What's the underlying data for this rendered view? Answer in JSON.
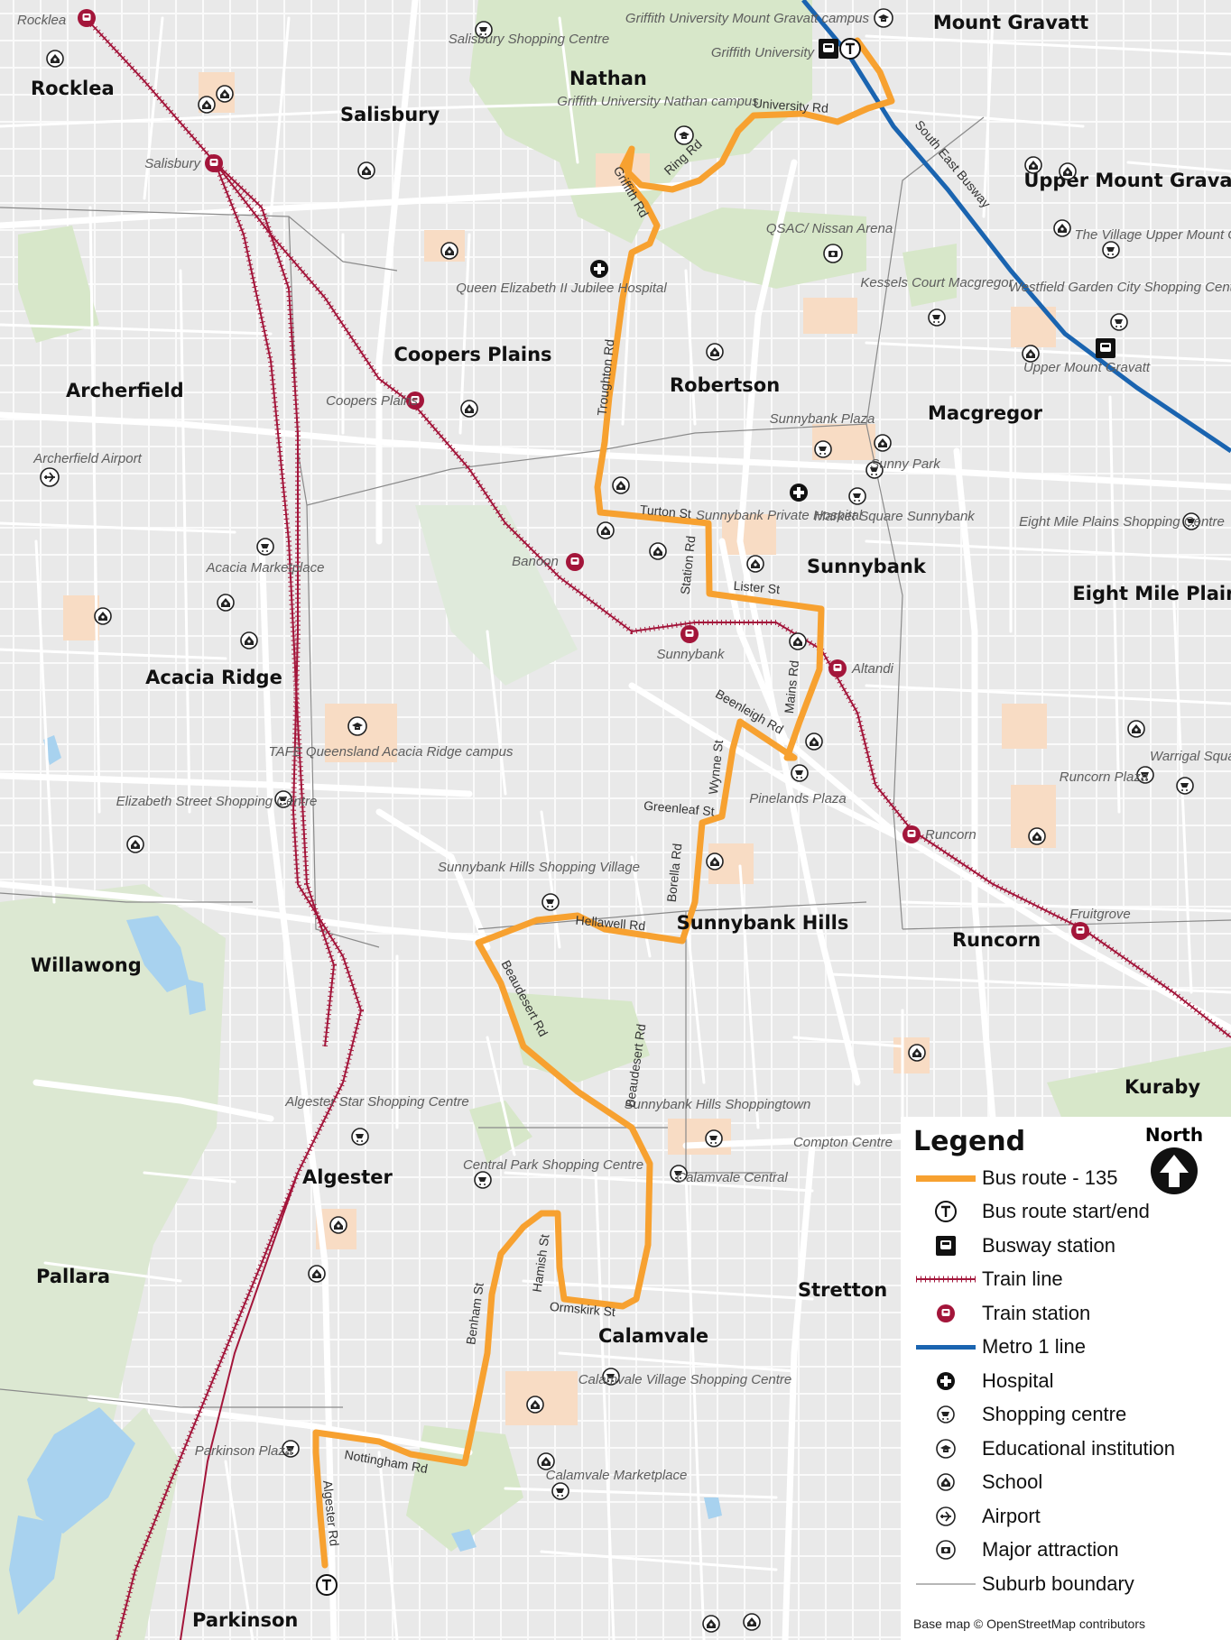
{
  "map": {
    "suburbs": [
      "Rocklea",
      "Salisbury",
      "Nathan",
      "Mount Gravatt",
      "Upper Mount Gravatt",
      "Archerfield",
      "Coopers Plains",
      "Robertson",
      "Macgregor",
      "Sunnybank",
      "Eight Mile Plains",
      "Acacia Ridge",
      "Sunnybank Hills",
      "Runcorn",
      "Willawong",
      "Kuraby",
      "Algester",
      "Pallara",
      "Stretton",
      "Calamvale",
      "Parkinson"
    ],
    "stations": [
      "Rocklea",
      "Salisbury",
      "Coopers Plains",
      "Banoon",
      "Sunnybank",
      "Altandi",
      "Runcorn",
      "Fruitgrove"
    ],
    "busway_stations": [
      "Griffith University",
      "Upper Mount Gravatt"
    ],
    "places": [
      "Griffith University Mount Gravatt campus",
      "Salisbury Shopping Centre",
      "Griffith University Nathan campus",
      "QSAC/ Nissan Arena",
      "Queen Elizabeth II Jubilee Hospital",
      "Kessels Court Macgregor",
      "The Village Upper Mount Gravatt",
      "Westfield Garden City Shopping Centre",
      "Archerfield Airport",
      "Sunnybank Plaza",
      "Sunny Park",
      "Sunnybank Private Hospital",
      "Market Square Sunnybank",
      "Eight Mile Plains Shopping Centre",
      "Acacia Marketplace",
      "TAFE Queensland Acacia Ridge campus",
      "Pinelands Plaza",
      "Warrigal Square",
      "Runcorn Plaza",
      "Elizabeth Street Shopping Centre",
      "Sunnybank Hills Shopping Village",
      "Algester Star Shopping Centre",
      "Sunnybank Hills Shoppingtown",
      "Compton Centre",
      "Central Park Shopping Centre",
      "Calamvale Central",
      "Calamvale Village Shopping Centre",
      "Parkinson Plaza",
      "Calamvale Marketplace"
    ],
    "roads": [
      "University Rd",
      "Ring Rd",
      "Griffith Rd",
      "South East Busway",
      "Troughton Rd",
      "Turton St",
      "Station Rd",
      "Lister St",
      "Mains Rd",
      "Beenleigh Rd",
      "Wynne St",
      "Greenleaf St",
      "Borella Rd",
      "Hellawell Rd",
      "Beaudesert Rd",
      "Hamish St",
      "Ormskirk St",
      "Benham St",
      "Nottingham Rd",
      "Algester Rd"
    ]
  },
  "legend": {
    "title": "Legend",
    "north": "North",
    "items": [
      {
        "label": "Bus route - 135",
        "icon": "bus-route-line"
      },
      {
        "label": "Bus route start/end",
        "icon": "route-terminus-icon"
      },
      {
        "label": "Busway station",
        "icon": "busway-station-icon"
      },
      {
        "label": "Train line",
        "icon": "train-line"
      },
      {
        "label": "Train station",
        "icon": "train-station-icon"
      },
      {
        "label": "Metro 1 line",
        "icon": "metro-line"
      },
      {
        "label": "Hospital",
        "icon": "hospital-icon"
      },
      {
        "label": "Shopping centre",
        "icon": "shopping-centre-icon"
      },
      {
        "label": "Educational institution",
        "icon": "education-icon"
      },
      {
        "label": "School",
        "icon": "school-icon"
      },
      {
        "label": "Airport",
        "icon": "airport-icon"
      },
      {
        "label": "Major attraction",
        "icon": "major-attraction-icon"
      },
      {
        "label": "Suburb boundary",
        "icon": "suburb-boundary-line"
      }
    ],
    "credit": "Base map © OpenStreetMap contributors"
  },
  "colors": {
    "bus_route": "#f7a130",
    "metro": "#1a64b0",
    "train": "#a3153a",
    "water": "#a8d2ef",
    "park": "#d7e7c9",
    "highlight": "#f8dcc4",
    "road": "#ffffff",
    "land": "#ededed"
  }
}
